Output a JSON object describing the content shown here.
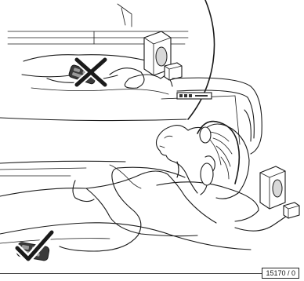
{
  "figure": {
    "reference_code": "15170 / 0",
    "callouts": [
      {
        "name": "inset-wrong-placement",
        "status": "incorrect",
        "symbol": "cross",
        "color": "#1a1a1a"
      },
      {
        "name": "main-correct-placement",
        "status": "correct",
        "symbol": "check",
        "color": "#1a1a1a"
      }
    ],
    "icons": [
      "cross-mark-icon",
      "check-mark-icon",
      "speaker-icon",
      "remote-control-icon",
      "headphones-icon"
    ]
  }
}
